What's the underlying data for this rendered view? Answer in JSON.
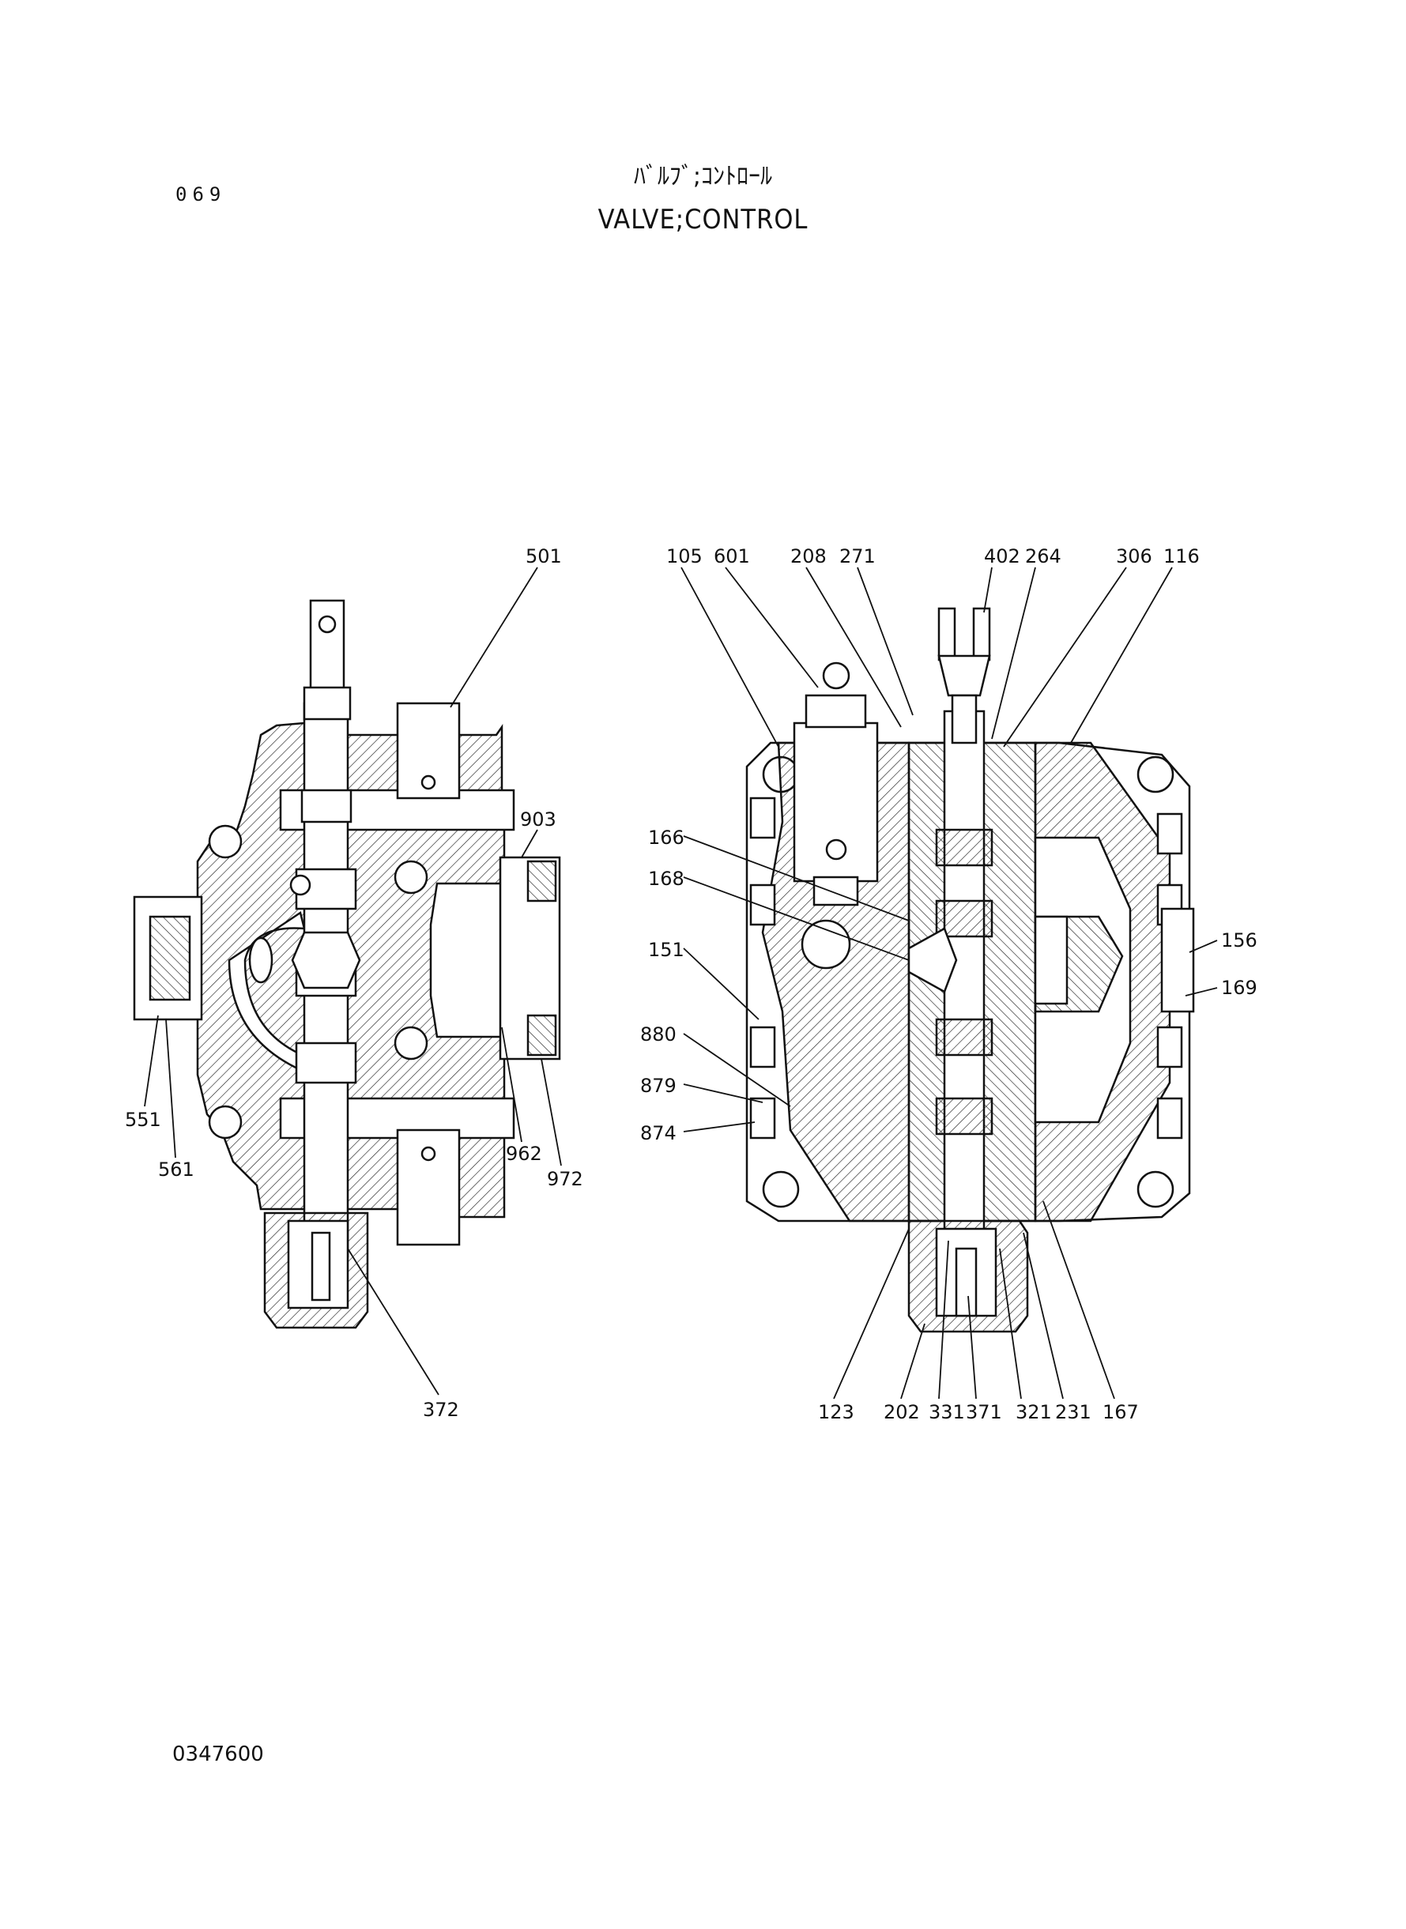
{
  "header": {
    "page_number": "069",
    "title_jp": "ﾊﾞﾙﾌﾞ;ｺﾝﾄﾛｰﾙ",
    "title_en": "VALVE;CONTROL"
  },
  "footer": {
    "drawing_number": "0347600"
  },
  "left_view": {
    "callouts": [
      "501",
      "903",
      "551",
      "561",
      "962",
      "972",
      "372"
    ]
  },
  "right_view": {
    "callouts": [
      "105",
      "601",
      "208",
      "271",
      "402",
      "264",
      "306",
      "116",
      "166",
      "168",
      "151",
      "156",
      "169",
      "880",
      "879",
      "874",
      "123",
      "202",
      "331",
      "371",
      "321",
      "231",
      "167"
    ]
  }
}
